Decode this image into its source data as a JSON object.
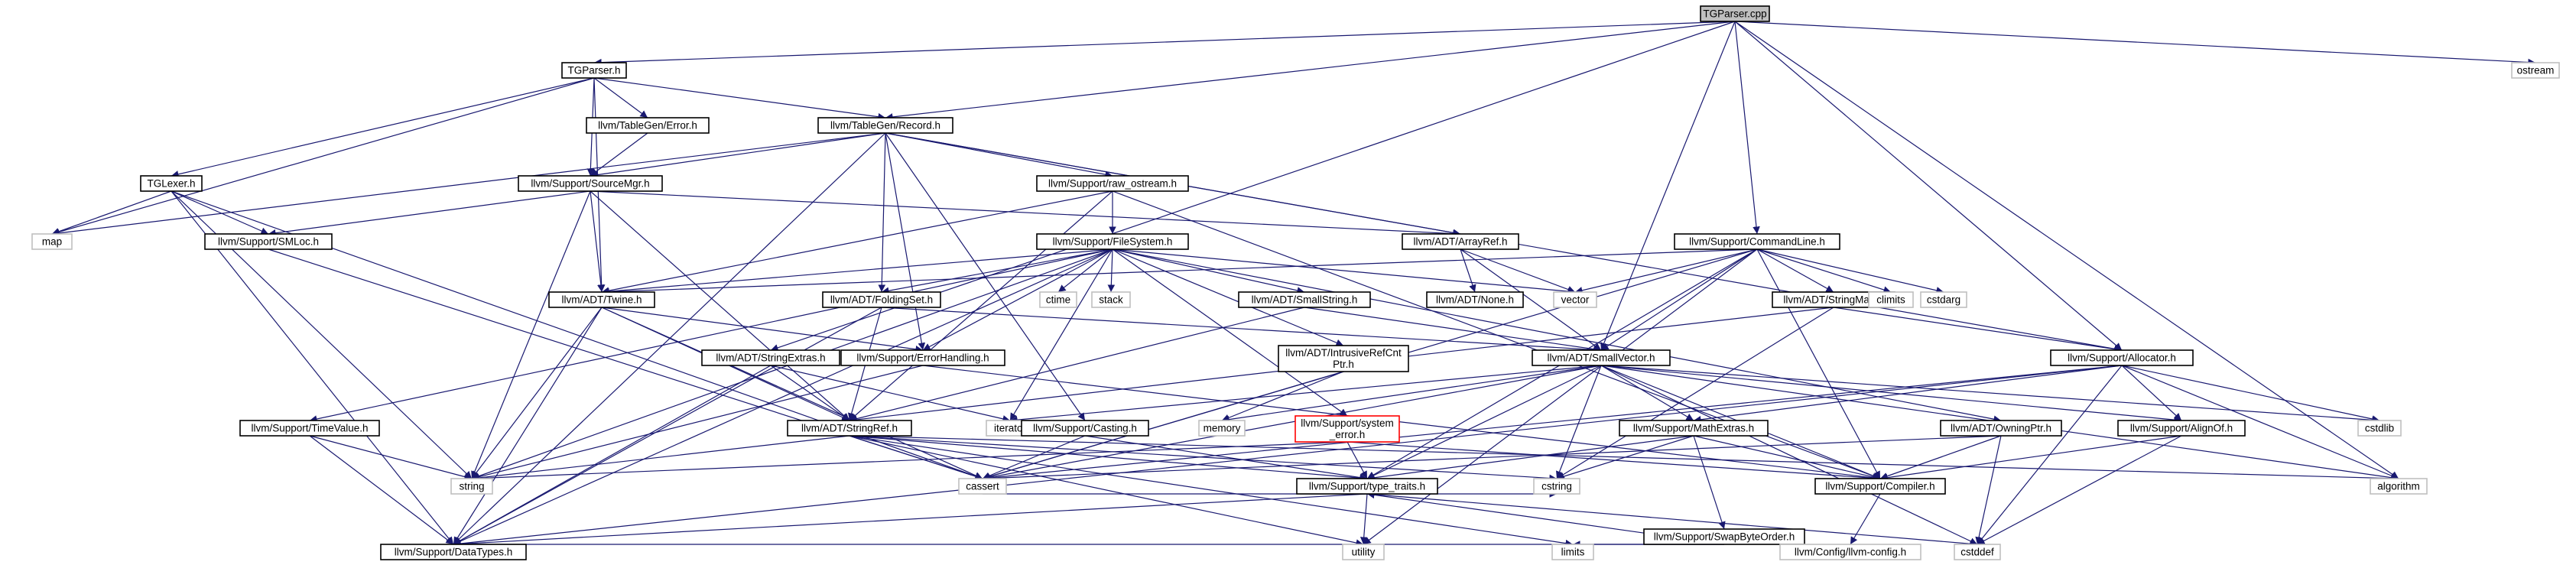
{
  "colors": {
    "edge": "#191970",
    "root_fill": "#bfbfbf",
    "border": "#000000",
    "lib_border": "#bfbfbf",
    "error_border": "#ff0000"
  },
  "nodes": {
    "tgparser_cpp": "TGParser.cpp",
    "tgparser_h": "TGParser.h",
    "ostream": "ostream",
    "record_h": "llvm/TableGen/Record.h",
    "error_h": "llvm/TableGen/Error.h",
    "commandline_h": "llvm/Support/CommandLine.h",
    "tglexer_h": "TGLexer.h",
    "sourcemgr_h": "llvm/Support/SourceMgr.h",
    "raw_ostream_h": "llvm/Support/raw_ostream.h",
    "map": "map",
    "smloc_h": "llvm/Support/SMLoc.h",
    "filesystem_h": "llvm/Support/FileSystem.h",
    "arrayref_h": "llvm/ADT/ArrayRef.h",
    "twine_h": "llvm/ADT/Twine.h",
    "foldingset_h": "llvm/ADT/FoldingSet.h",
    "ctime": "ctime",
    "stack": "stack",
    "smallstring_h": "llvm/ADT/SmallString.h",
    "none_h": "llvm/ADT/None.h",
    "vector": "vector",
    "stringmap_h": "llvm/ADT/StringMap.h",
    "climits": "climits",
    "cstdarg": "cstdarg",
    "stringextras_h": "llvm/ADT/StringExtras.h",
    "errorhandling_h": "llvm/Support/ErrorHandling.h",
    "intrusiverefcntptr_h_1": "llvm/ADT/IntrusiveRefCnt",
    "intrusiverefcntptr_h_2": "Ptr.h",
    "smallvector_h": "llvm/ADT/SmallVector.h",
    "allocator_h": "llvm/Support/Allocator.h",
    "timevalue_h": "llvm/Support/TimeValue.h",
    "stringref_h": "llvm/ADT/StringRef.h",
    "iterator": "iterator",
    "casting_h": "llvm/Support/Casting.h",
    "memory": "memory",
    "system_error_h_1": "llvm/Support/system",
    "system_error_h_2": "_error.h",
    "mathextras_h": "llvm/Support/MathExtras.h",
    "owningptr_h": "llvm/ADT/OwningPtr.h",
    "alignof_h": "llvm/Support/AlignOf.h",
    "cstdlib": "cstdlib",
    "string": "string",
    "cassert": "cassert",
    "cstring": "cstring",
    "type_traits_h": "llvm/Support/type_traits.h",
    "compiler_h": "llvm/Support/Compiler.h",
    "algorithm": "algorithm",
    "swapbyteorder_h": "llvm/Support/SwapByteOrder.h",
    "datatypes_h": "llvm/Support/DataTypes.h",
    "utility": "utility",
    "limits": "limits",
    "llvm_config_h": "llvm/Config/llvm-config.h",
    "cstddef": "cstddef"
  }
}
